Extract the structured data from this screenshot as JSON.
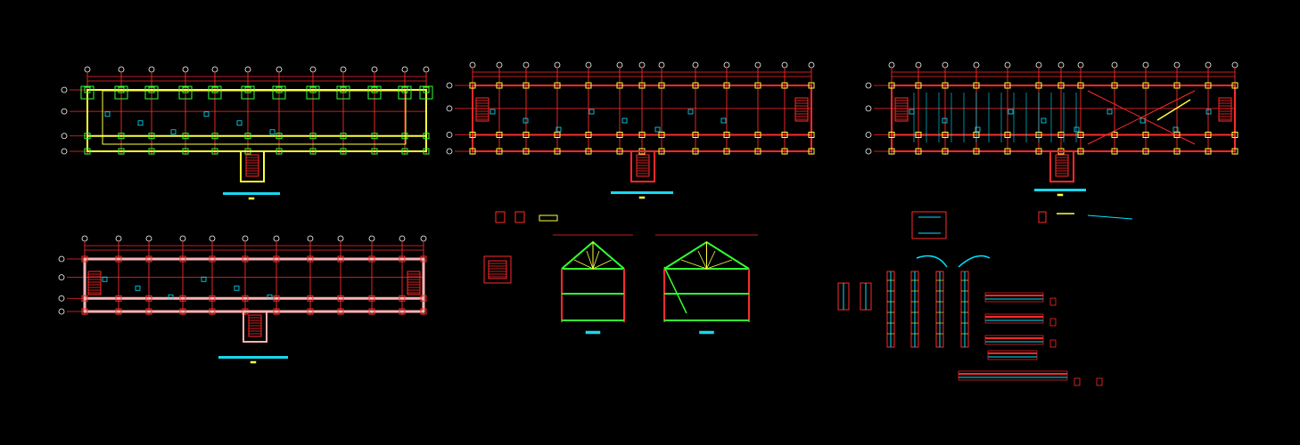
{
  "app": {
    "background": "#000000",
    "description_visible_text": "none"
  },
  "palette": {
    "grid_red": "#ff2a2a",
    "beam_yellow": "#ffff3c",
    "column_green": "#33ff33",
    "dim_cyan": "#00e5ff",
    "wall_pink": "#ffb3b3",
    "axis_white": "#ffffff",
    "title_bar": "#17d8f0",
    "note_orange": "#ff9a1f"
  },
  "sheets": [
    {
      "id": "foundation-plan"
    },
    {
      "id": "first-floor-plan"
    },
    {
      "id": "second-floor-plan"
    },
    {
      "id": "ground-beam-plan"
    },
    {
      "id": "sections"
    },
    {
      "id": "details"
    }
  ]
}
